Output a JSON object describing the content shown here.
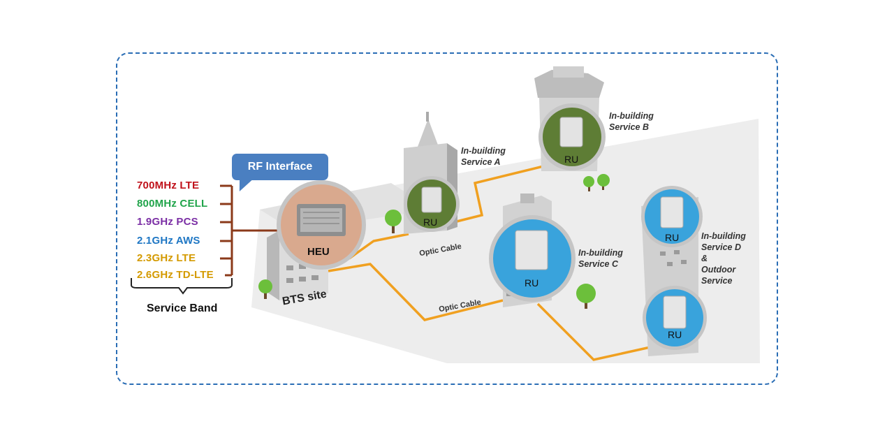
{
  "bands": [
    {
      "label": "700MHz LTE",
      "color": "#c0121b"
    },
    {
      "label": "800MHz CELL",
      "color": "#21a44b"
    },
    {
      "label": "1.9GHz PCS",
      "color": "#7b2fa5"
    },
    {
      "label": "2.1GHz AWS",
      "color": "#1f77c4"
    },
    {
      "label": "2.3GHz LTE",
      "color": "#d49a00"
    },
    {
      "label": "2.6GHz TD-LTE",
      "color": "#d49a00"
    }
  ],
  "service_band_label": "Service Band",
  "rf_interface_label": "RF Interface",
  "heu_label": "HEU",
  "bts_label": "BTS site",
  "cables": {
    "upper": "Optic Cable",
    "lower": "Optic Cable"
  },
  "ru_label": "RU",
  "services": {
    "a": [
      "In-building",
      "Service A"
    ],
    "b": [
      "In-building",
      "Service B"
    ],
    "c": [
      "In-building",
      "Service C"
    ],
    "d": [
      "In-building",
      "Service D",
      "&",
      "Outdoor",
      "Service"
    ]
  },
  "colors": {
    "wire": "#8b3a1a",
    "cable": "#f0a020",
    "ru_green": "#5e7d35",
    "ru_blue": "#39a3dc",
    "heu": "#d9a98e",
    "frame": "#2a6db5"
  }
}
